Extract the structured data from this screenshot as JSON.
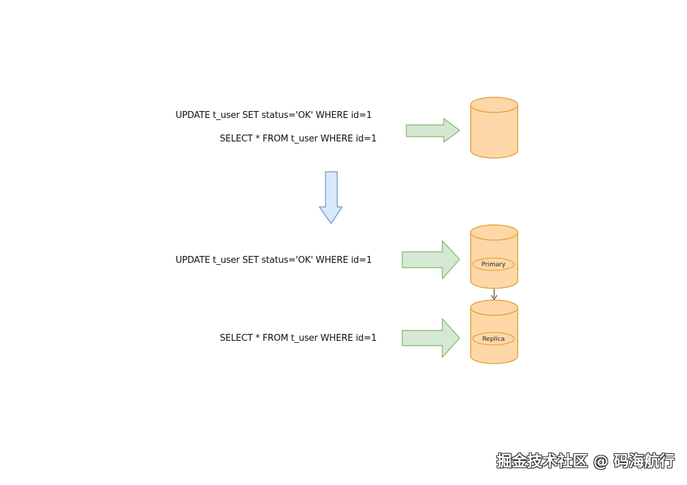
{
  "top_section": {
    "update_query": "UPDATE t_user SET status='OK'  WHERE id=1",
    "select_query": "SELECT * FROM t_user WHERE id=1"
  },
  "bottom_section": {
    "update_query": "UPDATE t_user SET status='OK'  WHERE id=1",
    "select_query": "SELECT * FROM t_user WHERE id=1",
    "primary_label": "Primary",
    "replica_label": "Replica"
  },
  "colors": {
    "database_fill": "#fdd7a8",
    "database_stroke": "#e6a23c",
    "green_arrow_fill": "#d5e8d4",
    "green_arrow_stroke": "#82b366",
    "blue_arrow_fill": "#dae8fc",
    "blue_arrow_stroke": "#6c8ebf"
  },
  "watermark": "掘金技术社区 @ 码海航行"
}
